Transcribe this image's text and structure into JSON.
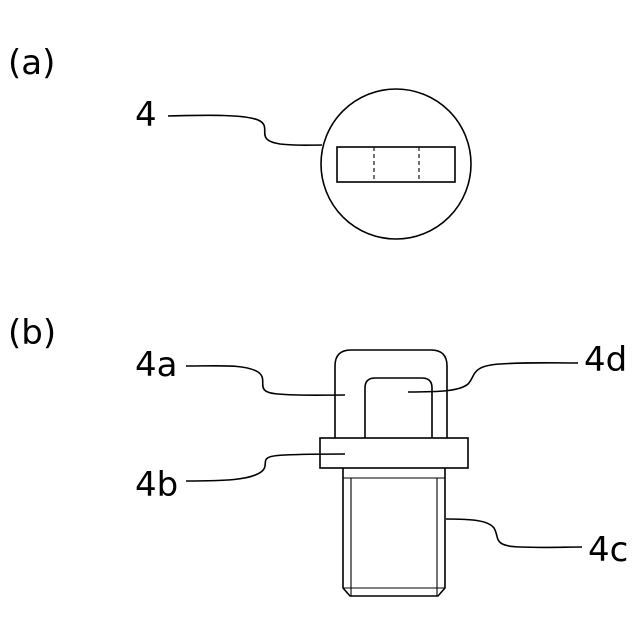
{
  "figure": {
    "panel_a": {
      "tag": "(a)",
      "label": "4"
    },
    "panel_b": {
      "tag": "(b)",
      "labels": {
        "part_a": "4a",
        "part_b": "4b",
        "part_c": "4c",
        "part_d": "4d"
      }
    }
  },
  "colors": {
    "line": "#000000",
    "background": "#ffffff"
  }
}
